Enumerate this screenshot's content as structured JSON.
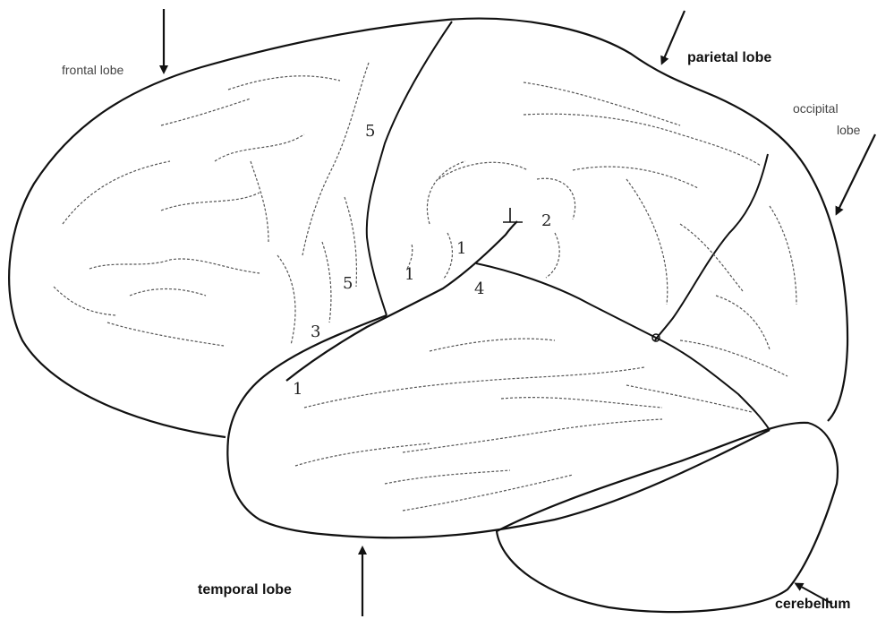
{
  "labels": {
    "frontal": "frontal  lobe",
    "parietal": "parietal lobe",
    "occipital_line1": "occipital",
    "occipital_line2": "lobe",
    "temporal": "temporal lobe",
    "cerebellum": "cerebellum"
  },
  "region_numbers": [
    "5",
    "5",
    "3",
    "1",
    "1",
    "1",
    "4",
    "2"
  ]
}
